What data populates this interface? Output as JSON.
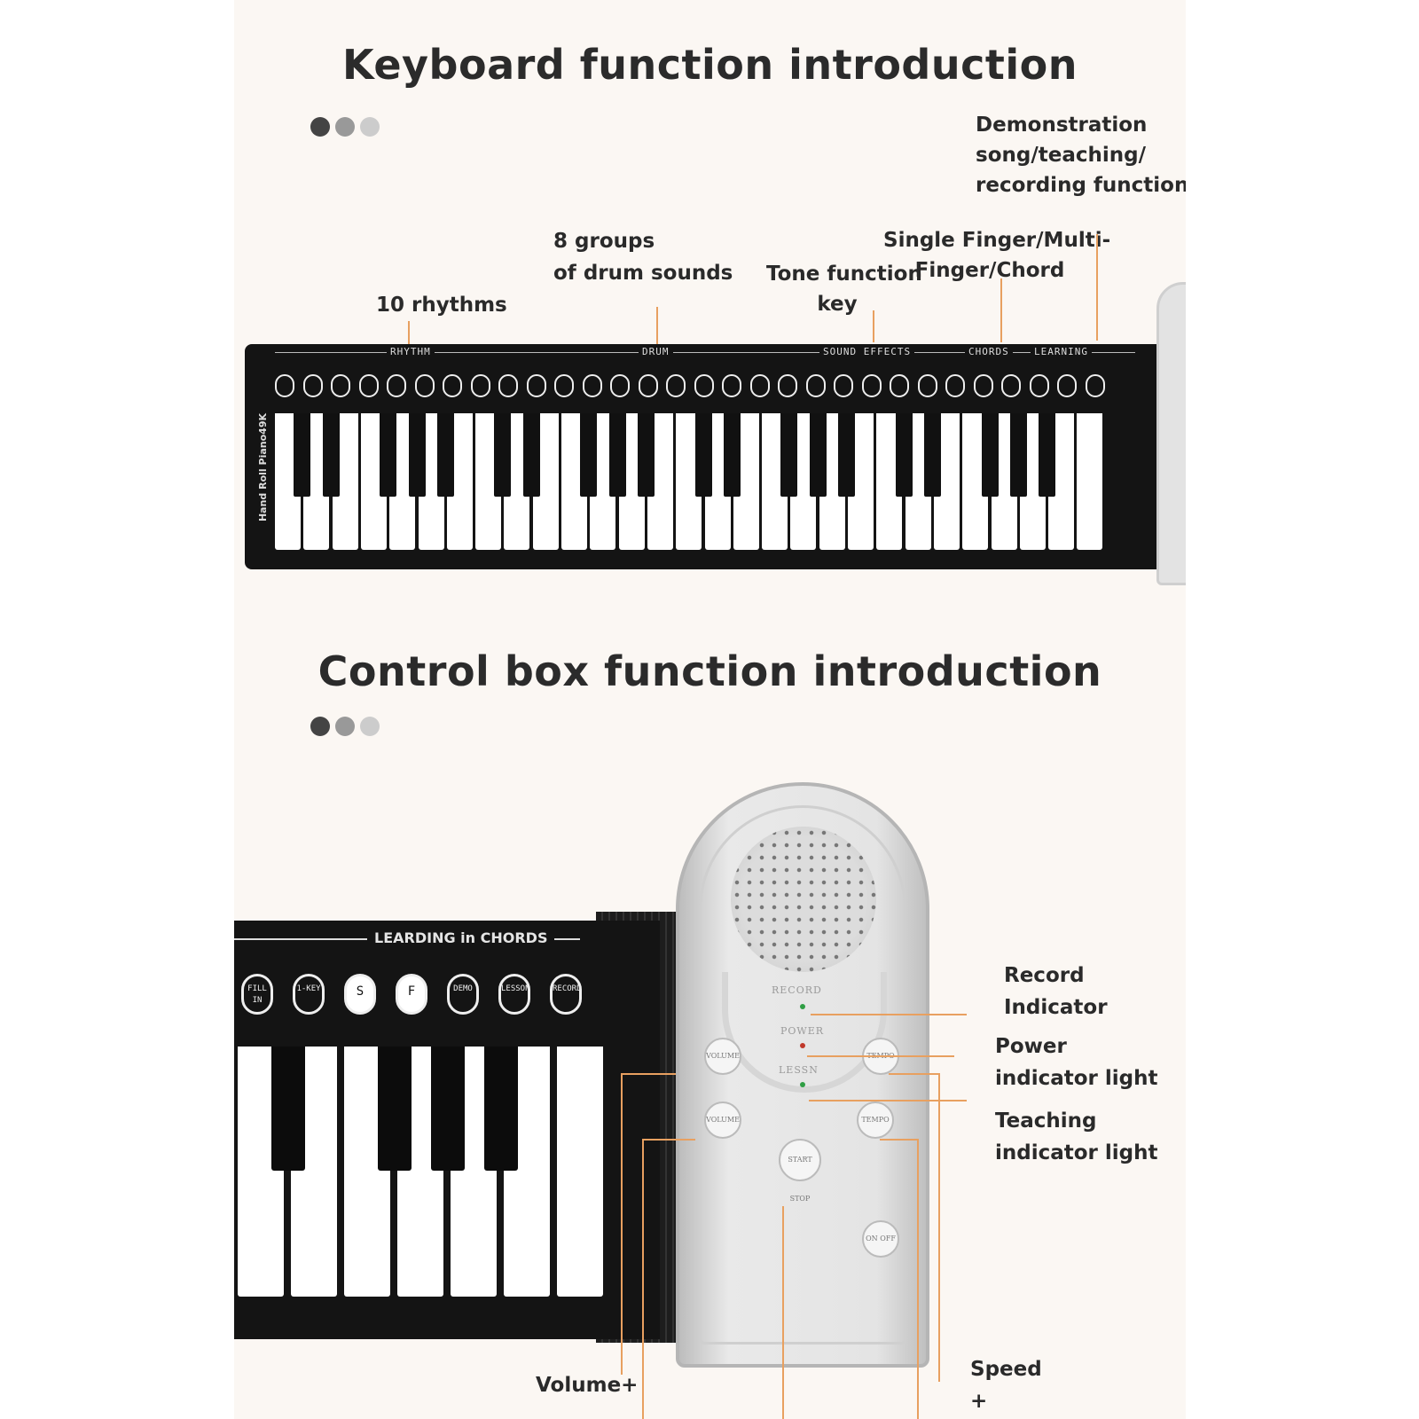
{
  "section1": {
    "title": "Keyboard function introduction",
    "labels": {
      "demo": "Demonstration\nsong/teaching/\nrecording function",
      "drum": "8 groups\nof drum sounds",
      "single": "Single Finger/Multi-\nFinger/Chord",
      "tone": "Tone function\nkey",
      "rhythms": "10 rhythms"
    },
    "keyboard": {
      "model": "Hand Roll Piano49K",
      "sections": [
        "RHYTHM",
        "DRUM",
        "SOUND EFFECTS",
        "CHORDS",
        "LEARNING"
      ]
    }
  },
  "section2": {
    "title": "Control box function introduction",
    "labels": {
      "record": "Record\nIndicator",
      "power": "Power\nindicator light",
      "teaching": "Teaching\nindicator light",
      "speed": "Speed\n+",
      "volume": "Volume+"
    },
    "keyboard": {
      "section": "LEARDING in CHORDS",
      "buttons": [
        "FILL IN",
        "1-KEY",
        "S",
        "F",
        "DEMO",
        "LESSON",
        "RECORD"
      ]
    },
    "control_box": {
      "record": "RECORD",
      "power": "POWER",
      "lesson": "LESSN",
      "volume": "VOLUME",
      "tempo": "TEMPO",
      "start": "START STOP",
      "onoff": "ON OFF"
    }
  },
  "colors": {
    "leader": "#e8a060",
    "dot1": "#444444",
    "dot2": "#999999",
    "dot3": "#cccccc",
    "led_green": "#2f9e44",
    "led_red": "#c0392b"
  }
}
